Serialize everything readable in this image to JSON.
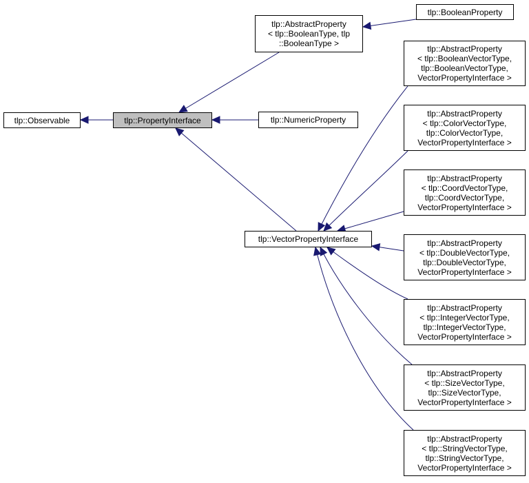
{
  "colors": {
    "edge": "#191970",
    "node_border": "#000000",
    "current_fill": "#bfbfbf",
    "background": "#ffffff"
  },
  "nodes": [
    {
      "id": "observable",
      "lines": [
        "tlp::Observable"
      ]
    },
    {
      "id": "property-interface",
      "lines": [
        "tlp::PropertyInterface"
      ],
      "current": true
    },
    {
      "id": "abstract-property-boolean",
      "lines": [
        "tlp::AbstractProperty",
        "< tlp::BooleanType, tlp",
        "::BooleanType >"
      ]
    },
    {
      "id": "boolean-property",
      "lines": [
        "tlp::BooleanProperty"
      ]
    },
    {
      "id": "numeric-property",
      "lines": [
        "tlp::NumericProperty"
      ]
    },
    {
      "id": "vector-property-interface",
      "lines": [
        "tlp::VectorPropertyInterface"
      ]
    },
    {
      "id": "abstract-property-boolean-vector",
      "lines": [
        "tlp::AbstractProperty",
        "< tlp::BooleanVectorType,",
        "tlp::BooleanVectorType,",
        "VectorPropertyInterface >"
      ]
    },
    {
      "id": "abstract-property-color-vector",
      "lines": [
        "tlp::AbstractProperty",
        "< tlp::ColorVectorType,",
        "tlp::ColorVectorType,",
        "VectorPropertyInterface >"
      ]
    },
    {
      "id": "abstract-property-coord-vector",
      "lines": [
        "tlp::AbstractProperty",
        "< tlp::CoordVectorType,",
        "tlp::CoordVectorType,",
        "VectorPropertyInterface >"
      ]
    },
    {
      "id": "abstract-property-double-vector",
      "lines": [
        "tlp::AbstractProperty",
        "< tlp::DoubleVectorType,",
        "tlp::DoubleVectorType,",
        "VectorPropertyInterface >"
      ]
    },
    {
      "id": "abstract-property-integer-vector",
      "lines": [
        "tlp::AbstractProperty",
        "< tlp::IntegerVectorType,",
        "tlp::IntegerVectorType,",
        "VectorPropertyInterface >"
      ]
    },
    {
      "id": "abstract-property-size-vector",
      "lines": [
        "tlp::AbstractProperty",
        "< tlp::SizeVectorType,",
        "tlp::SizeVectorType,",
        "VectorPropertyInterface >"
      ]
    },
    {
      "id": "abstract-property-string-vector",
      "lines": [
        "tlp::AbstractProperty",
        "< tlp::StringVectorType,",
        "tlp::StringVectorType,",
        "VectorPropertyInterface >"
      ]
    }
  ],
  "edges": [
    {
      "from": "property-interface",
      "to": "observable"
    },
    {
      "from": "abstract-property-boolean",
      "to": "property-interface"
    },
    {
      "from": "numeric-property",
      "to": "property-interface"
    },
    {
      "from": "vector-property-interface",
      "to": "property-interface"
    },
    {
      "from": "boolean-property",
      "to": "abstract-property-boolean"
    },
    {
      "from": "abstract-property-boolean-vector",
      "to": "vector-property-interface"
    },
    {
      "from": "abstract-property-color-vector",
      "to": "vector-property-interface"
    },
    {
      "from": "abstract-property-coord-vector",
      "to": "vector-property-interface"
    },
    {
      "from": "abstract-property-double-vector",
      "to": "vector-property-interface"
    },
    {
      "from": "abstract-property-integer-vector",
      "to": "vector-property-interface"
    },
    {
      "from": "abstract-property-size-vector",
      "to": "vector-property-interface"
    },
    {
      "from": "abstract-property-string-vector",
      "to": "vector-property-interface"
    }
  ]
}
